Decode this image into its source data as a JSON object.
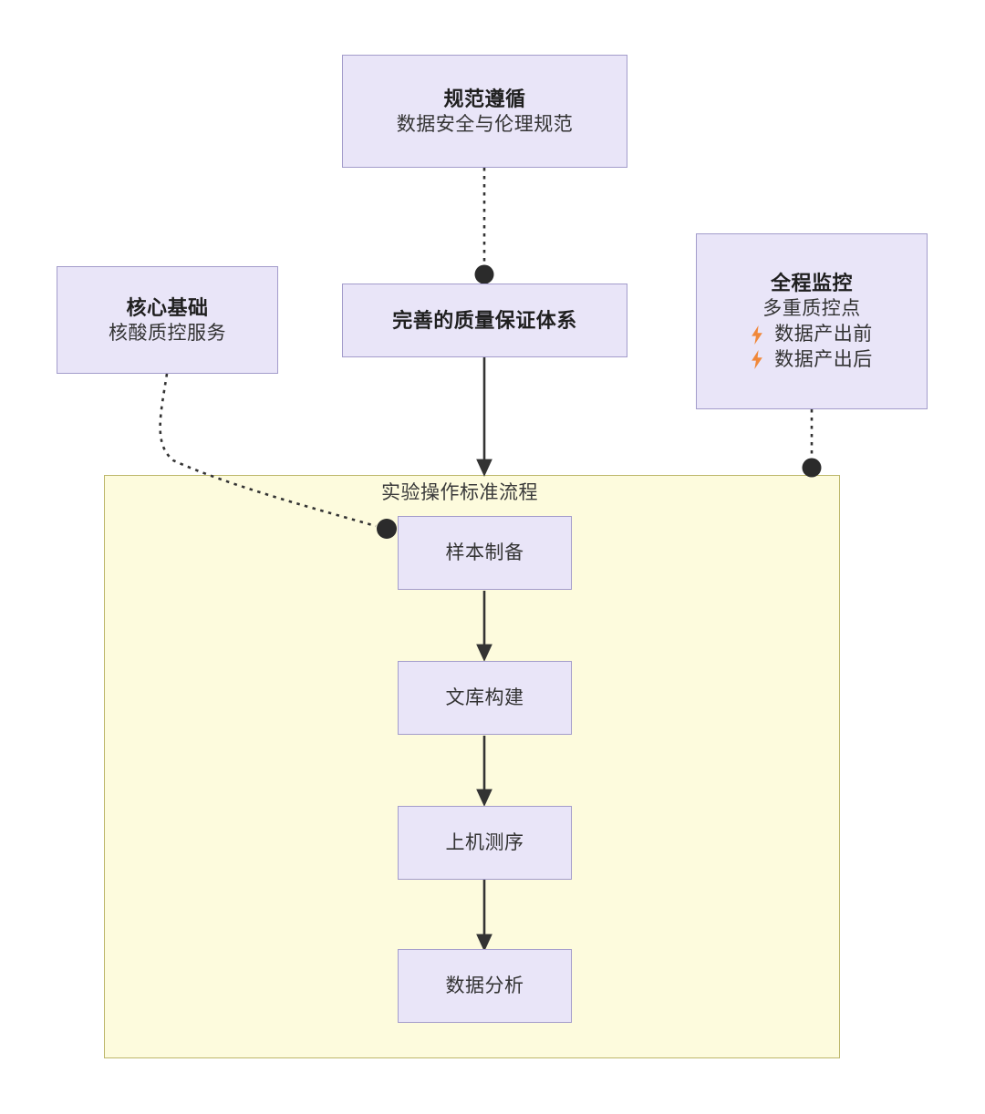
{
  "diagram": {
    "type": "flowchart",
    "colors": {
      "node_fill": "#e9e5f8",
      "node_border": "#a39ccb",
      "subgraph_fill": "#fdfbdd",
      "subgraph_border": "#bdb76b",
      "edge": "#333333",
      "accent_icon": "#f0883a",
      "text": "#262626"
    },
    "external_nodes": [
      {
        "id": "standards",
        "title": "规范遵循",
        "subtitle": "数据安全与伦理规范"
      },
      {
        "id": "foundation",
        "title": "核心基础",
        "subtitle": "核酸质控服务"
      },
      {
        "id": "monitoring",
        "title": "全程监控",
        "subtitle": "多重质控点",
        "bullets": [
          {
            "icon": "lightning-bolt-icon",
            "label": "数据产出前"
          },
          {
            "icon": "lightning-bolt-icon",
            "label": "数据产出后"
          }
        ]
      },
      {
        "id": "quality-system",
        "title": "完善的质量保证体系"
      }
    ],
    "subgraph": {
      "id": "sop",
      "label": "实验操作标准流程",
      "steps": [
        {
          "id": "step-1",
          "label": "样本制备"
        },
        {
          "id": "step-2",
          "label": "文库构建"
        },
        {
          "id": "step-3",
          "label": "上机测序"
        },
        {
          "id": "step-4",
          "label": "数据分析"
        }
      ]
    },
    "edges": [
      {
        "from": "standards",
        "to": "quality-system",
        "style": "dotted",
        "marker": "circle"
      },
      {
        "from": "quality-system",
        "to": "sop",
        "style": "solid",
        "marker": "arrow"
      },
      {
        "from": "foundation",
        "to": "step-1",
        "style": "dotted",
        "marker": "circle"
      },
      {
        "from": "monitoring",
        "to": "sop",
        "style": "dotted",
        "marker": "circle"
      },
      {
        "from": "step-1",
        "to": "step-2",
        "style": "solid",
        "marker": "arrow"
      },
      {
        "from": "step-2",
        "to": "step-3",
        "style": "solid",
        "marker": "arrow"
      },
      {
        "from": "step-3",
        "to": "step-4",
        "style": "solid",
        "marker": "arrow"
      }
    ]
  }
}
